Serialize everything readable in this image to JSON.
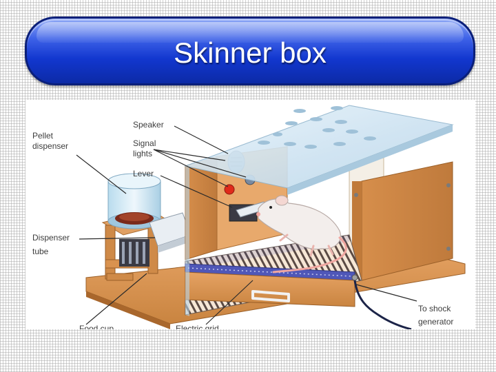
{
  "slide": {
    "title": "Skinner box"
  },
  "diagram": {
    "labels": {
      "pellet_dispenser": [
        "Pellet",
        "dispenser"
      ],
      "speaker": "Speaker",
      "signal_lights": [
        "Signal",
        "lights"
      ],
      "lever": "Lever",
      "dispenser_tube": [
        "Dispenser",
        "tube"
      ],
      "food_cup": "Food cup",
      "electric_grid": "Electric grid",
      "shock_generator": [
        "To shock",
        "generator"
      ]
    },
    "colors": {
      "slide_title_bar": "#1a3fd6",
      "wood": "#d9924f",
      "glass": "#cfe4f2",
      "grid_blue": "#4f57b8",
      "signal_light_red": "#e02a1a",
      "cable": "#1c2448"
    }
  }
}
